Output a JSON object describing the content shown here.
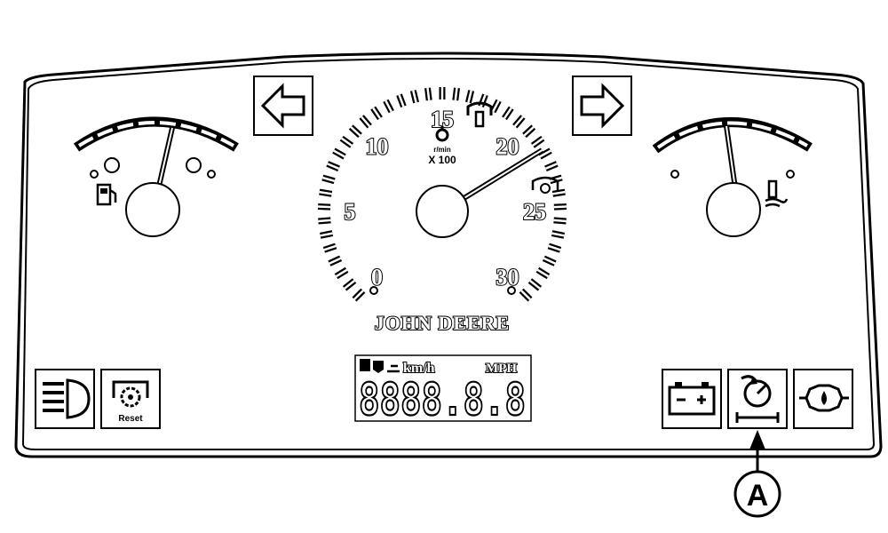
{
  "speedometer": {
    "scale_labels": [
      "0",
      "5",
      "10",
      "15",
      "20",
      "25",
      "30"
    ],
    "unit_top": "r/min",
    "unit_bottom": "X 100",
    "needle_value": 21.5
  },
  "brand": "JOHN DEERE",
  "lcd": {
    "indicators": [
      "km/h",
      "MPH"
    ],
    "digits": "8888.8.8"
  },
  "reset_label": "Reset",
  "callout": "A"
}
